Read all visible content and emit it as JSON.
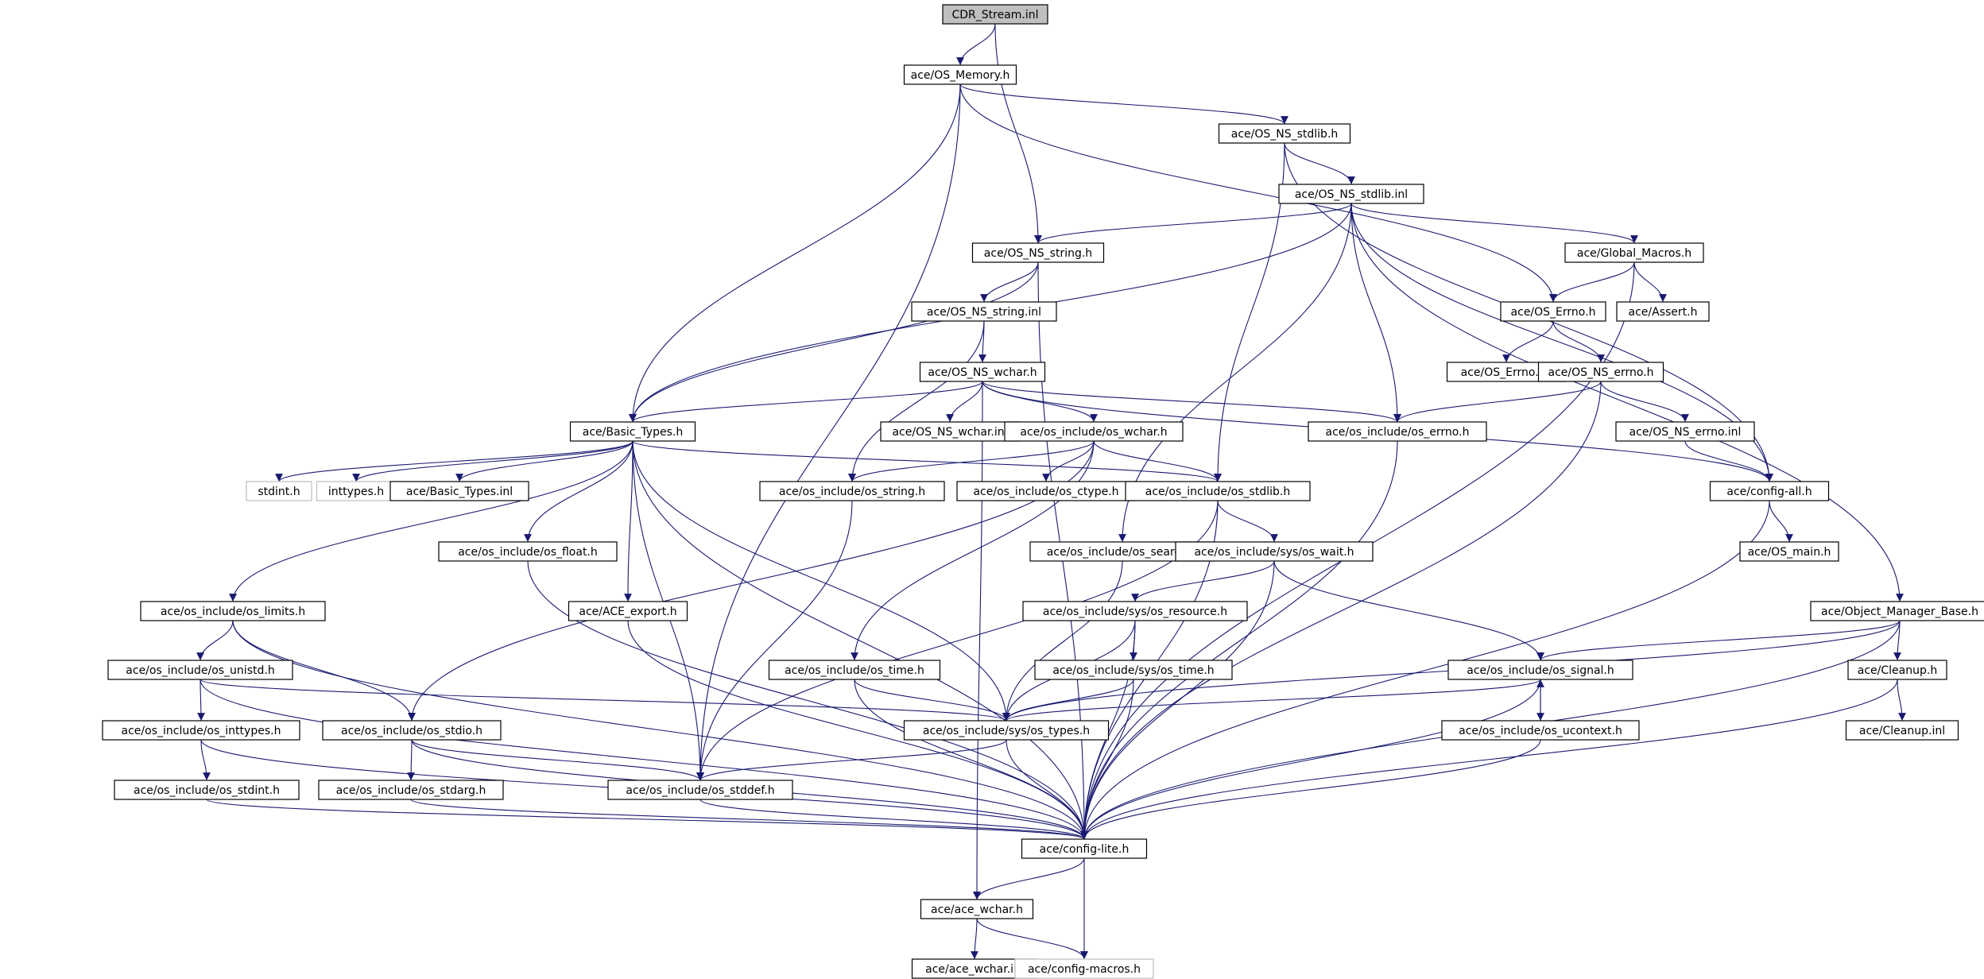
{
  "colors": {
    "edge": "#191970",
    "box_border": "#000000",
    "missing_border": "#bfbfbf",
    "root_fill": "#bfbfbf",
    "fill": "#ffffff"
  },
  "nodes": {
    "cdr_stream_inl": {
      "label": "CDR_Stream.inl",
      "kind": "root"
    },
    "os_memory_h": {
      "label": "ace/OS_Memory.h"
    },
    "os_ns_stdlib_h": {
      "label": "ace/OS_NS_stdlib.h"
    },
    "os_ns_stdlib_inl": {
      "label": "ace/OS_NS_stdlib.inl"
    },
    "os_ns_string_h": {
      "label": "ace/OS_NS_string.h"
    },
    "global_macros_h": {
      "label": "ace/Global_Macros.h"
    },
    "os_ns_string_inl": {
      "label": "ace/OS_NS_string.inl"
    },
    "os_errno_h": {
      "label": "ace/OS_Errno.h"
    },
    "assert_h": {
      "label": "ace/Assert.h"
    },
    "os_ns_wchar_h": {
      "label": "ace/OS_NS_wchar.h"
    },
    "os_errno_inl": {
      "label": "ace/OS_Errno.inl"
    },
    "os_ns_errno_h": {
      "label": "ace/OS_NS_errno.h"
    },
    "basic_types_h": {
      "label": "ace/Basic_Types.h"
    },
    "os_ns_wchar_inl": {
      "label": "ace/OS_NS_wchar.inl"
    },
    "os_include_os_wchar_h": {
      "label": "ace/os_include/os_wchar.h"
    },
    "os_include_os_errno_h": {
      "label": "ace/os_include/os_errno.h"
    },
    "os_ns_errno_inl": {
      "label": "ace/OS_NS_errno.inl"
    },
    "stdint_h": {
      "label": "stdint.h",
      "kind": "missing"
    },
    "inttypes_h": {
      "label": "inttypes.h",
      "kind": "missing"
    },
    "basic_types_inl": {
      "label": "ace/Basic_Types.inl"
    },
    "os_include_os_string_h": {
      "label": "ace/os_include/os_string.h"
    },
    "os_include_os_ctype_h": {
      "label": "ace/os_include/os_ctype.h"
    },
    "os_include_os_stdlib_h": {
      "label": "ace/os_include/os_stdlib.h"
    },
    "config_all_h": {
      "label": "ace/config-all.h"
    },
    "os_include_os_float_h": {
      "label": "ace/os_include/os_float.h"
    },
    "os_include_os_search_h": {
      "label": "ace/os_include/os_search.h"
    },
    "os_include_sys_os_wait_h": {
      "label": "ace/os_include/sys/os_wait.h"
    },
    "os_main_h": {
      "label": "ace/OS_main.h"
    },
    "os_include_os_limits_h": {
      "label": "ace/os_include/os_limits.h"
    },
    "ace_export_h": {
      "label": "ace/ACE_export.h"
    },
    "os_include_sys_os_resource_h": {
      "label": "ace/os_include/sys/os_resource.h"
    },
    "object_manager_base_h": {
      "label": "ace/Object_Manager_Base.h"
    },
    "os_include_os_unistd_h": {
      "label": "ace/os_include/os_unistd.h"
    },
    "os_include_os_time_h": {
      "label": "ace/os_include/os_time.h"
    },
    "os_include_sys_os_time_h": {
      "label": "ace/os_include/sys/os_time.h"
    },
    "os_include_os_signal_h": {
      "label": "ace/os_include/os_signal.h"
    },
    "cleanup_h": {
      "label": "ace/Cleanup.h"
    },
    "os_include_os_inttypes_h": {
      "label": "ace/os_include/os_inttypes.h"
    },
    "os_include_os_stdio_h": {
      "label": "ace/os_include/os_stdio.h"
    },
    "os_include_sys_os_types_h": {
      "label": "ace/os_include/sys/os_types.h"
    },
    "os_include_os_ucontext_h": {
      "label": "ace/os_include/os_ucontext.h"
    },
    "cleanup_inl": {
      "label": "ace/Cleanup.inl"
    },
    "os_include_os_stdint_h": {
      "label": "ace/os_include/os_stdint.h"
    },
    "os_include_os_stdarg_h": {
      "label": "ace/os_include/os_stdarg.h"
    },
    "os_include_os_stddef_h": {
      "label": "ace/os_include/os_stddef.h"
    },
    "config_lite_h": {
      "label": "ace/config-lite.h"
    },
    "ace_wchar_h": {
      "label": "ace/ace_wchar.h"
    },
    "ace_wchar_inl": {
      "label": "ace/ace_wchar.inl"
    },
    "config_macros_h": {
      "label": "ace/config-macros.h",
      "kind": "missing"
    }
  },
  "edges": [
    [
      "cdr_stream_inl",
      "os_memory_h"
    ],
    [
      "cdr_stream_inl",
      "os_ns_string_h"
    ],
    [
      "os_memory_h",
      "os_ns_stdlib_h"
    ],
    [
      "os_memory_h",
      "basic_types_h"
    ],
    [
      "os_memory_h",
      "os_errno_h"
    ],
    [
      "os_memory_h",
      "os_include_os_stddef_h"
    ],
    [
      "os_ns_stdlib_h",
      "os_ns_stdlib_inl"
    ],
    [
      "os_ns_stdlib_h",
      "os_include_os_stdlib_h"
    ],
    [
      "os_ns_stdlib_h",
      "config_all_h"
    ],
    [
      "os_ns_stdlib_inl",
      "os_ns_string_h"
    ],
    [
      "os_ns_stdlib_inl",
      "global_macros_h"
    ],
    [
      "os_ns_stdlib_inl",
      "basic_types_h"
    ],
    [
      "os_ns_stdlib_inl",
      "os_include_os_errno_h"
    ],
    [
      "os_ns_stdlib_inl",
      "os_include_os_search_h"
    ],
    [
      "os_ns_stdlib_inl",
      "config_all_h"
    ],
    [
      "os_ns_stdlib_inl",
      "object_manager_base_h"
    ],
    [
      "os_ns_string_h",
      "os_ns_string_inl"
    ],
    [
      "os_ns_string_h",
      "basic_types_h"
    ],
    [
      "os_ns_string_h",
      "config_lite_h"
    ],
    [
      "global_macros_h",
      "os_errno_h"
    ],
    [
      "global_macros_h",
      "assert_h"
    ],
    [
      "global_macros_h",
      "config_lite_h"
    ],
    [
      "os_ns_string_inl",
      "os_ns_wchar_h"
    ],
    [
      "os_ns_string_inl",
      "os_include_os_string_h"
    ],
    [
      "os_errno_h",
      "os_errno_inl"
    ],
    [
      "os_errno_h",
      "os_ns_errno_h"
    ],
    [
      "os_ns_errno_h",
      "os_include_os_errno_h"
    ],
    [
      "os_ns_errno_h",
      "os_ns_errno_inl"
    ],
    [
      "os_ns_errno_h",
      "config_lite_h"
    ],
    [
      "os_ns_errno_inl",
      "config_all_h"
    ],
    [
      "os_ns_wchar_h",
      "basic_types_h"
    ],
    [
      "os_ns_wchar_h",
      "os_ns_wchar_inl"
    ],
    [
      "os_ns_wchar_h",
      "os_include_os_wchar_h"
    ],
    [
      "os_ns_wchar_h",
      "os_include_os_errno_h"
    ],
    [
      "os_ns_wchar_h",
      "config_all_h"
    ],
    [
      "os_ns_wchar_h",
      "ace_wchar_h"
    ],
    [
      "basic_types_h",
      "stdint_h"
    ],
    [
      "basic_types_h",
      "inttypes_h"
    ],
    [
      "basic_types_h",
      "basic_types_inl"
    ],
    [
      "basic_types_h",
      "os_include_os_limits_h"
    ],
    [
      "basic_types_h",
      "os_include_os_float_h"
    ],
    [
      "basic_types_h",
      "ace_export_h"
    ],
    [
      "basic_types_h",
      "os_include_os_stdlib_h"
    ],
    [
      "basic_types_h",
      "os_include_sys_os_types_h"
    ],
    [
      "basic_types_h",
      "os_include_os_stddef_h"
    ],
    [
      "basic_types_h",
      "config_lite_h"
    ],
    [
      "os_include_os_wchar_h",
      "os_include_os_string_h"
    ],
    [
      "os_include_os_wchar_h",
      "os_include_os_ctype_h"
    ],
    [
      "os_include_os_wchar_h",
      "os_include_os_stdlib_h"
    ],
    [
      "os_include_os_wchar_h",
      "os_include_os_stdio_h"
    ],
    [
      "os_include_os_wchar_h",
      "os_include_os_time_h"
    ],
    [
      "os_include_os_errno_h",
      "config_lite_h"
    ],
    [
      "os_include_os_string_h",
      "os_include_os_stddef_h"
    ],
    [
      "os_include_os_stdlib_h",
      "os_include_sys_os_wait_h"
    ],
    [
      "os_include_os_stdlib_h",
      "os_include_os_stddef_h"
    ],
    [
      "os_include_os_stdlib_h",
      "config_lite_h"
    ],
    [
      "config_all_h",
      "os_main_h"
    ],
    [
      "config_all_h",
      "config_lite_h"
    ],
    [
      "os_include_os_float_h",
      "config_lite_h"
    ],
    [
      "os_include_os_search_h",
      "os_include_sys_os_types_h"
    ],
    [
      "os_include_sys_os_wait_h",
      "os_include_sys_os_resource_h"
    ],
    [
      "os_include_sys_os_wait_h",
      "os_include_os_signal_h"
    ],
    [
      "os_include_sys_os_wait_h",
      "config_lite_h"
    ],
    [
      "os_include_os_limits_h",
      "os_include_os_unistd_h"
    ],
    [
      "os_include_os_limits_h",
      "os_include_os_stdio_h"
    ],
    [
      "os_include_os_limits_h",
      "config_lite_h"
    ],
    [
      "ace_export_h",
      "config_lite_h"
    ],
    [
      "os_include_sys_os_resource_h",
      "os_include_sys_os_time_h"
    ],
    [
      "os_include_sys_os_resource_h",
      "os_include_sys_os_types_h"
    ],
    [
      "os_include_sys_os_resource_h",
      "config_lite_h"
    ],
    [
      "object_manager_base_h",
      "os_include_os_signal_h"
    ],
    [
      "object_manager_base_h",
      "cleanup_h"
    ],
    [
      "object_manager_base_h",
      "os_include_sys_os_types_h"
    ],
    [
      "object_manager_base_h",
      "config_lite_h"
    ],
    [
      "os_include_os_unistd_h",
      "os_include_os_inttypes_h"
    ],
    [
      "os_include_os_unistd_h",
      "os_include_sys_os_types_h"
    ],
    [
      "os_include_os_unistd_h",
      "config_lite_h"
    ],
    [
      "os_include_os_time_h",
      "os_include_sys_os_types_h"
    ],
    [
      "os_include_os_time_h",
      "config_lite_h"
    ],
    [
      "os_include_sys_os_time_h",
      "os_include_sys_os_types_h"
    ],
    [
      "os_include_sys_os_time_h",
      "config_lite_h"
    ],
    [
      "os_include_os_signal_h",
      "os_include_os_ucontext_h"
    ],
    [
      "os_include_os_signal_h",
      "os_include_sys_os_types_h"
    ],
    [
      "os_include_os_signal_h",
      "config_lite_h"
    ],
    [
      "os_include_os_ucontext_h",
      "os_include_os_signal_h"
    ],
    [
      "os_include_os_ucontext_h",
      "config_lite_h"
    ],
    [
      "cleanup_h",
      "cleanup_inl"
    ],
    [
      "cleanup_h",
      "config_lite_h"
    ],
    [
      "os_include_os_inttypes_h",
      "os_include_os_stdint_h"
    ],
    [
      "os_include_os_inttypes_h",
      "config_lite_h"
    ],
    [
      "os_include_os_stdio_h",
      "os_include_os_stdarg_h"
    ],
    [
      "os_include_os_stdio_h",
      "os_include_os_stddef_h"
    ],
    [
      "os_include_os_stdio_h",
      "config_lite_h"
    ],
    [
      "os_include_sys_os_types_h",
      "os_include_os_stddef_h"
    ],
    [
      "os_include_sys_os_types_h",
      "config_lite_h"
    ],
    [
      "os_include_os_stdint_h",
      "config_lite_h"
    ],
    [
      "os_include_os_stdarg_h",
      "config_lite_h"
    ],
    [
      "os_include_os_stddef_h",
      "config_lite_h"
    ],
    [
      "config_lite_h",
      "ace_wchar_h"
    ],
    [
      "config_lite_h",
      "config_macros_h"
    ],
    [
      "ace_wchar_h",
      "ace_wchar_inl"
    ],
    [
      "ace_wchar_h",
      "config_macros_h"
    ]
  ]
}
